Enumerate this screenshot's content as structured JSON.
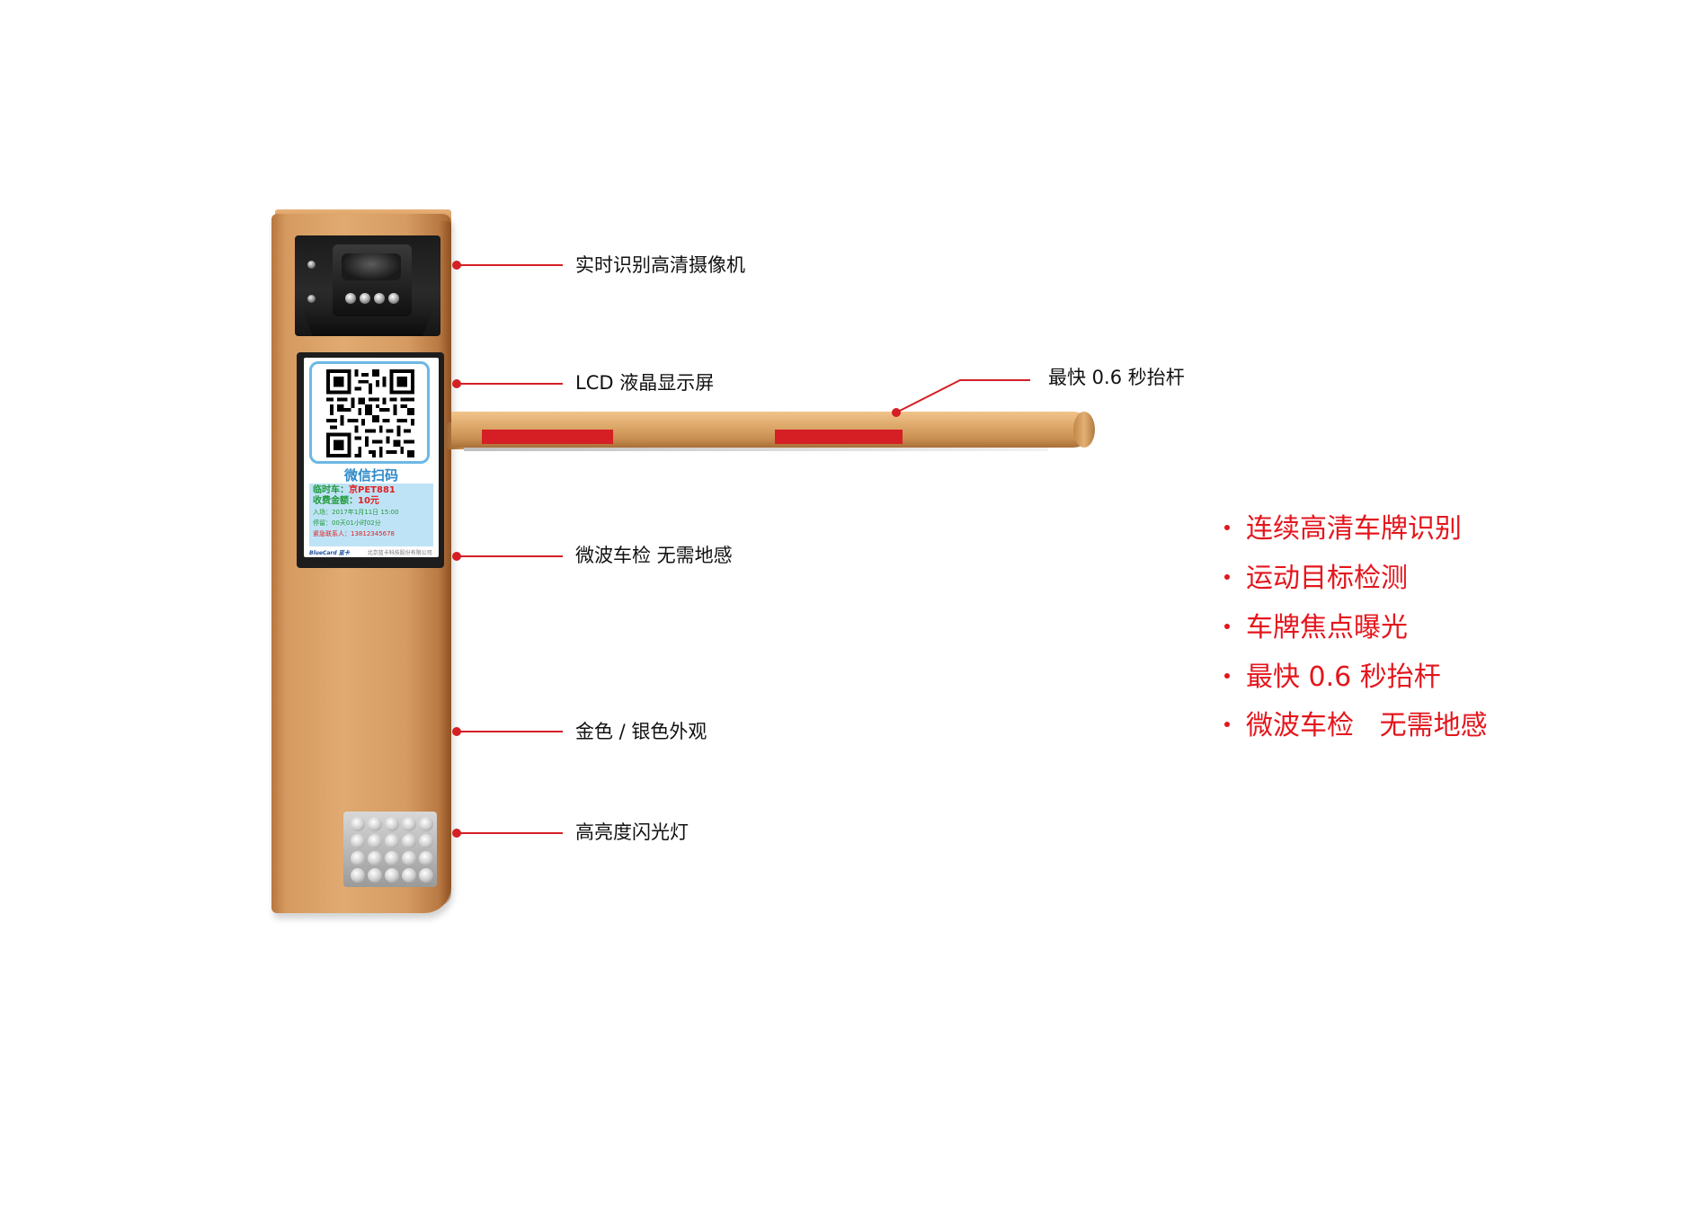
{
  "callouts": {
    "camera": "实时识别高清摄像机",
    "lcd": "LCD 液晶显示屏",
    "arm_speed": "最快 0.6 秒抬杆",
    "microwave": "微波车检 无需地感",
    "finish": "金色 / 银色外观",
    "flash": "高亮度闪光灯"
  },
  "features": [
    "连续高清车牌识别",
    "运动目标检测",
    "车牌焦点曝光",
    "最快 0.6 秒抬杆",
    "微波车检   无需地感"
  ],
  "lcd_screen": {
    "title": "微信扫码",
    "plate_label": "临时车：",
    "plate_value": "京PET881",
    "fee_label": "收费金额：",
    "fee_value": "10元",
    "entry": "入场：2017年1月11日 15:00",
    "duration": "停留：00天01小时02分",
    "contact_label": "紧急联系人：",
    "contact_value": "13812345678",
    "brand": "BlueCard 蓝卡",
    "company": "北京蓝卡科技股份有限公司"
  },
  "colors": {
    "accent_red": "#e4161d",
    "kiosk_gold": "#dca56b",
    "arm_stripe": "#d51f25"
  }
}
